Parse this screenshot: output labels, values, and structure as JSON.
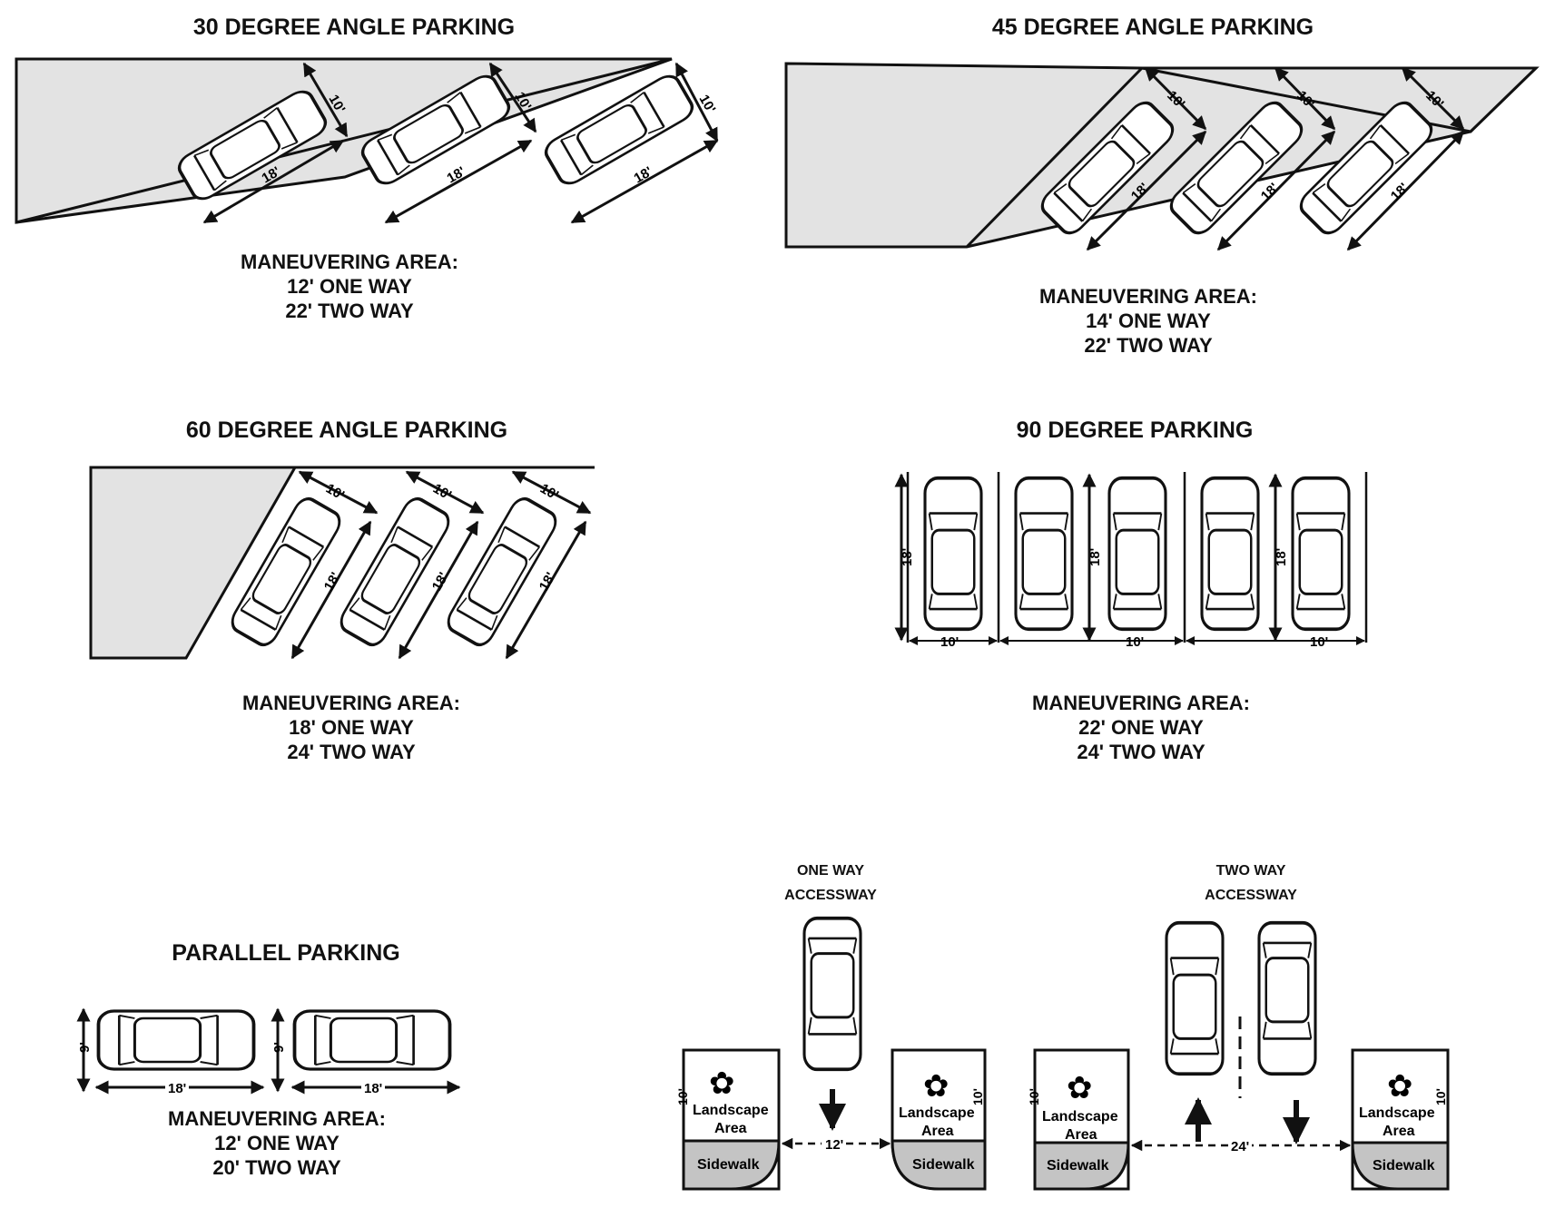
{
  "panels": {
    "p30": {
      "title": "30 DEGREE ANGLE PARKING",
      "maneuver_heading": "MANEUVERING AREA:",
      "one_way": "12' ONE WAY",
      "two_way": "22' TWO WAY",
      "width_label": "10'",
      "length_label": "18'"
    },
    "p45": {
      "title": "45 DEGREE ANGLE PARKING",
      "maneuver_heading": "MANEUVERING AREA:",
      "one_way": "14' ONE WAY",
      "two_way": "22' TWO WAY",
      "width_label": "10'",
      "length_label": "18'"
    },
    "p60": {
      "title": "60 DEGREE ANGLE PARKING",
      "maneuver_heading": "MANEUVERING AREA:",
      "one_way": "18' ONE WAY",
      "two_way": "24' TWO WAY",
      "width_label": "10'",
      "length_label": "18'"
    },
    "p90": {
      "title": "90 DEGREE PARKING",
      "maneuver_heading": "MANEUVERING AREA:",
      "one_way": "22' ONE WAY",
      "two_way": "24' TWO WAY",
      "width_label": "10'",
      "length_label": "18'"
    },
    "parallel": {
      "title": "PARALLEL PARKING",
      "maneuver_heading": "MANEUVERING AREA:",
      "one_way": "12' ONE WAY",
      "two_way": "20' TWO WAY",
      "width_label": "9'",
      "length_label": "18'"
    }
  },
  "accessways": {
    "one_way": {
      "line1": "ONE WAY",
      "line2": "ACCESSWAY",
      "dimension": "12'"
    },
    "two_way": {
      "line1": "TWO WAY",
      "line2": "ACCESSWAY",
      "dimension": "24'"
    },
    "landscape_label_1": "Landscape",
    "landscape_label_2": "Area",
    "sidewalk_label": "Sidewalk",
    "landscape_depth_label": "10'"
  },
  "colors": {
    "curb_fill": "#e3e3e3",
    "sidewalk_fill": "#c4c4c4",
    "line": "#111111"
  }
}
